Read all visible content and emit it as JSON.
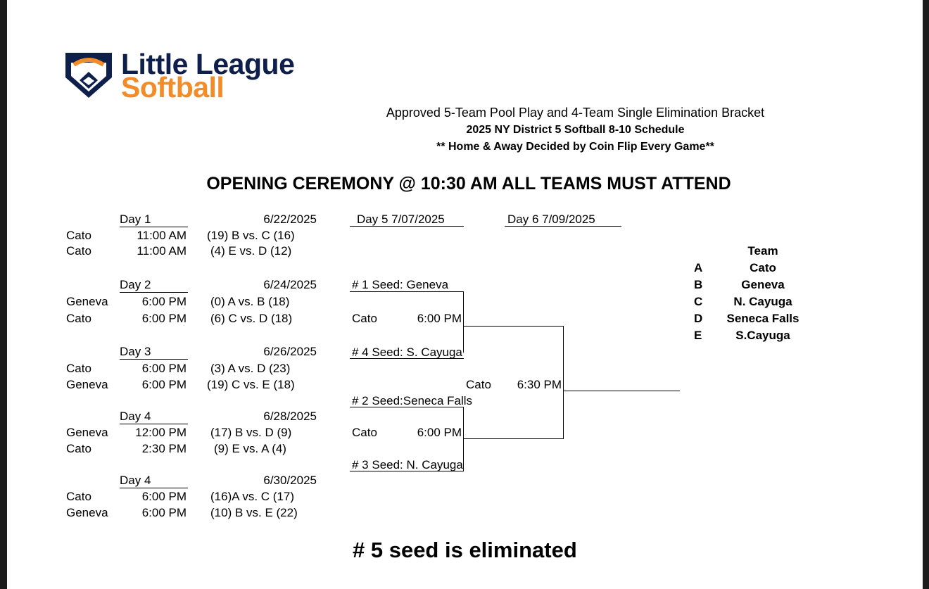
{
  "logo": {
    "line1": "Little League",
    "line2": "Softball",
    "brand_navy": "#0f1f4b",
    "brand_orange": "#f28c28",
    "icon": "home-plate-emblem-icon"
  },
  "header": {
    "line1": "Approved 5-Team Pool Play and 4-Team Single Elimination Bracket",
    "line2": "2025 NY District 5 Softball 8-10 Schedule",
    "line3": "** Home & Away Decided by Coin Flip Every Game**"
  },
  "ceremony": "OPENING CEREMONY @ 10:30 AM ALL TEAMS MUST ATTEND",
  "pool_days": [
    {
      "label": "Day 1",
      "date": "6/22/2025",
      "games": [
        {
          "location": "Cato",
          "time": "11:00 AM",
          "matchup": "(19) B vs. C (16)"
        },
        {
          "location": "Cato",
          "time": "11:00 AM",
          "matchup": "(4) E vs. D (12)"
        }
      ]
    },
    {
      "label": "Day 2",
      "date": "6/24/2025",
      "games": [
        {
          "location": "Geneva",
          "time": "6:00 PM",
          "matchup": "(0) A vs. B (18)"
        },
        {
          "location": "Cato",
          "time": "6:00 PM",
          "matchup": "(6) C vs. D (18)"
        }
      ]
    },
    {
      "label": "Day 3",
      "date": "6/26/2025",
      "games": [
        {
          "location": "Cato",
          "time": "6:00 PM",
          "matchup": "(3) A vs. D (23)"
        },
        {
          "location": "Geneva",
          "time": "6:00 PM",
          "matchup": "(19) C vs. E (18)"
        }
      ]
    },
    {
      "label": "Day 4",
      "date": "6/28/2025",
      "games": [
        {
          "location": "Geneva",
          "time": "12:00 PM",
          "matchup": "(17) B vs. D (9)"
        },
        {
          "location": "Cato",
          "time": "2:30 PM",
          "matchup": "(9) E vs. A (4)"
        }
      ]
    },
    {
      "label": "Day 4",
      "date": "6/30/2025",
      "games": [
        {
          "location": "Cato",
          "time": "6:00 PM",
          "matchup": "(16)A vs. C (17)"
        },
        {
          "location": "Geneva",
          "time": "6:00 PM",
          "matchup": "(10) B vs. E (22)"
        }
      ]
    }
  ],
  "bracket": {
    "day5_header": "Day 5   7/07/2025",
    "day6_header": "Day 6  7/09/2025",
    "seed1": "# 1 Seed: Geneva",
    "seed4": "# 4 Seed: S. Cayuga",
    "seed2": "# 2 Seed:Seneca Falls",
    "seed3": "# 3 Seed: N. Cayuga",
    "semi1": {
      "location": "Cato",
      "time": "6:00 PM"
    },
    "semi2": {
      "location": "Cato",
      "time": "6:00 PM"
    },
    "final": {
      "location": "Cato",
      "time": "6:30 PM"
    }
  },
  "teams": {
    "header": "Team",
    "rows": [
      {
        "letter": "A",
        "name": "Cato"
      },
      {
        "letter": "B",
        "name": "Geneva"
      },
      {
        "letter": "C",
        "name": "N. Cayuga"
      },
      {
        "letter": "D",
        "name": "Seneca Falls"
      },
      {
        "letter": "E",
        "name": "S.Cayuga"
      }
    ]
  },
  "footer": "# 5 seed is eliminated"
}
